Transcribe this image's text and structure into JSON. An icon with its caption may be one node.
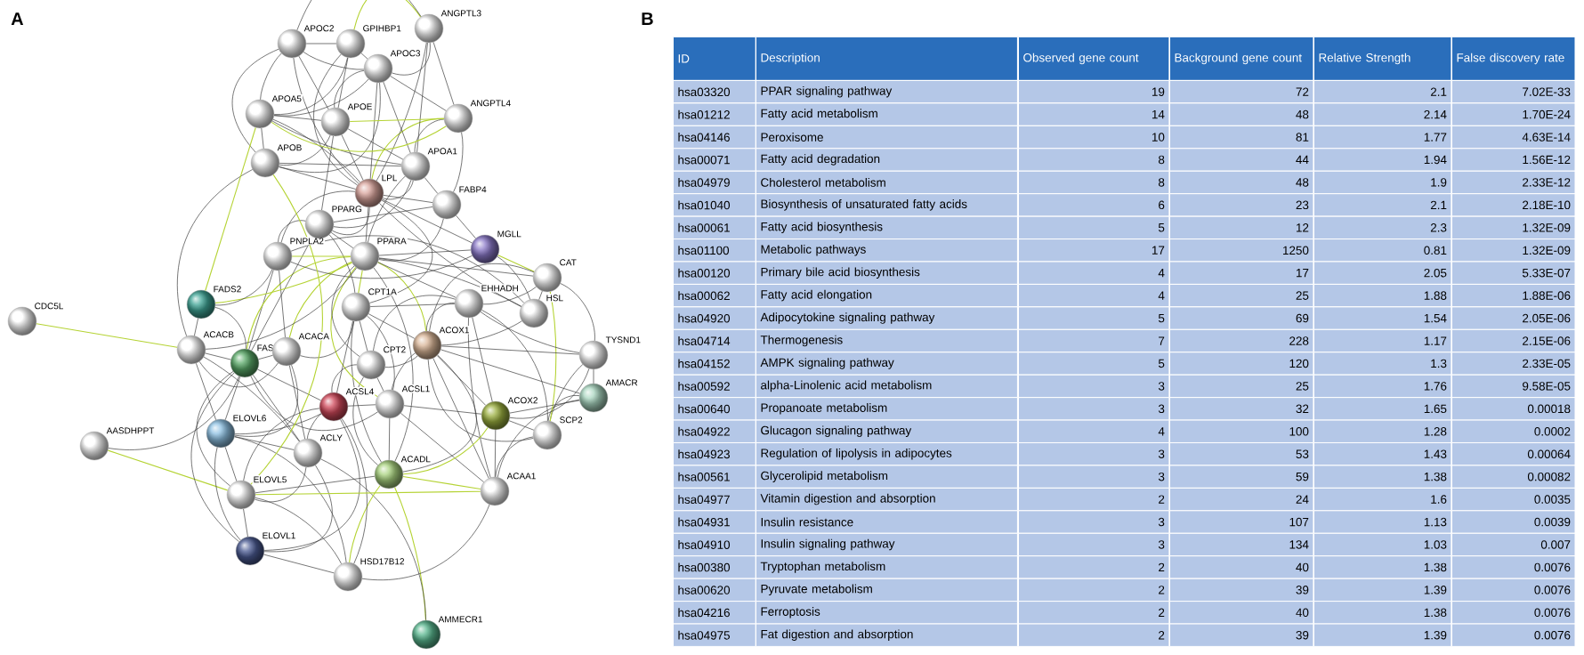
{
  "diagram": {
    "nodes": [
      {
        "text": [
          "APOC2"
        ]
      },
      {
        "text": [
          "GPIHBP1"
        ]
      },
      {
        "text": [
          "ANGPTL3"
        ]
      },
      {
        "text": [
          "APOC3"
        ]
      },
      {
        "text": [
          "APOA5"
        ]
      },
      {
        "text": [
          "APOE"
        ]
      },
      {
        "text": [
          "ANGPTL4"
        ]
      },
      {
        "text": [
          "APOB"
        ]
      },
      {
        "text": [
          "APOA1"
        ]
      },
      {
        "text": [
          "LPL"
        ]
      },
      {
        "text": [
          "FABP4"
        ]
      },
      {
        "text": [
          "PPARG"
        ]
      },
      {
        "text": [
          "MGLL"
        ]
      },
      {
        "text": [
          "PNPLA2"
        ]
      },
      {
        "text": [
          "PPARA"
        ]
      },
      {
        "text": [
          "CAT"
        ]
      },
      {
        "text": [
          "CDC5L"
        ]
      },
      {
        "text": [
          "FADS2"
        ]
      },
      {
        "text": [
          "CPT1A"
        ]
      },
      {
        "text": [
          "HSL"
        ]
      },
      {
        "text": [
          "EHHADH"
        ]
      },
      {
        "text": [
          "ACACB"
        ]
      },
      {
        "text": [
          "FAS"
        ]
      },
      {
        "text": [
          "ACACA"
        ]
      },
      {
        "text": [
          "ACOX1"
        ]
      },
      {
        "text": [
          "TYSND1"
        ]
      },
      {
        "text": [
          "CPT2"
        ]
      },
      {
        "text": [
          "ACSL4"
        ]
      },
      {
        "text": [
          "ACSL1"
        ]
      },
      {
        "text": [
          "AMACR"
        ]
      },
      {
        "text": [
          "ELOVL6"
        ]
      },
      {
        "text": [
          "ACOX2"
        ]
      },
      {
        "text": [
          "AASDHPPT"
        ]
      },
      {
        "text": [
          "SCP2"
        ]
      },
      {
        "text": [
          "ACLY"
        ]
      },
      {
        "text": [
          "ACADL"
        ]
      },
      {
        "text": [
          "ELOVL5"
        ]
      },
      {
        "text": [
          "ACAA1"
        ]
      },
      {
        "text": [
          "ELOVL1"
        ]
      },
      {
        "text": [
          "HSD17B12"
        ]
      },
      {
        "text": [
          "AMMECR1"
        ]
      }
    ],
    "edges": [
      {
        "from": 16,
        "to": 21,
        "arrow": "none",
        "color": "#b5d334"
      },
      {
        "from": 32,
        "to": 22,
        "arrow": "none"
      },
      {
        "from": 32,
        "to": 36,
        "arrow": "none",
        "color": "#b5d334"
      },
      {
        "from": 40,
        "to": 35,
        "arrow": "none",
        "color": "#b5d334"
      },
      {
        "from": 40,
        "to": 34,
        "arrow": "none"
      },
      {
        "from": 39,
        "to": 38,
        "arrow": "none"
      },
      {
        "from": 39,
        "to": 30,
        "arrow": "none"
      },
      {
        "from": 39,
        "to": 36,
        "arrow": "none"
      },
      {
        "from": 39,
        "to": 37,
        "arrow": "none"
      },
      {
        "from": 39,
        "to": 35,
        "arrow": "none",
        "color": "#b5d334"
      },
      {
        "from": 39,
        "to": 27,
        "arrow": "none"
      },
      {
        "from": 38,
        "to": 36,
        "arrow": "none"
      },
      {
        "from": 38,
        "to": 30,
        "arrow": "none"
      },
      {
        "from": 38,
        "to": 22,
        "arrow": "none"
      },
      {
        "from": 38,
        "to": 34,
        "arrow": "none"
      },
      {
        "from": 38,
        "to": 27,
        "arrow": "none"
      },
      {
        "from": 36,
        "to": 30,
        "arrow": "none"
      },
      {
        "from": 36,
        "to": 37,
        "arrow": "none",
        "color": "#b5d334"
      },
      {
        "from": 36,
        "to": 35,
        "arrow": "none"
      },
      {
        "from": 36,
        "to": 34,
        "arrow": "none"
      },
      {
        "from": 36,
        "to": 22,
        "arrow": "none"
      },
      {
        "from": 36,
        "to": 27,
        "arrow": "none"
      },
      {
        "from": 30,
        "to": 22,
        "arrow": "none"
      },
      {
        "from": 30,
        "to": 27,
        "arrow": "none"
      },
      {
        "from": 30,
        "to": 23,
        "arrow": "none"
      },
      {
        "from": 30,
        "to": 21,
        "arrow": "none"
      },
      {
        "from": 30,
        "to": 34,
        "arrow": "none"
      },
      {
        "from": 37,
        "to": 31,
        "arrow": "none"
      },
      {
        "from": 37,
        "to": 33,
        "arrow": "none"
      },
      {
        "from": 37,
        "to": 35,
        "arrow": "none",
        "color": "#b5d334"
      },
      {
        "from": 37,
        "to": 28,
        "arrow": "none"
      },
      {
        "from": 37,
        "to": 24,
        "arrow": "none"
      },
      {
        "from": 37,
        "to": 20,
        "arrow": "none"
      },
      {
        "from": 37,
        "to": 29,
        "arrow": "none"
      },
      {
        "from": 33,
        "to": 31,
        "arrow": "none"
      },
      {
        "from": 33,
        "to": 29,
        "arrow": "none"
      },
      {
        "from": 33,
        "to": 25,
        "arrow": "none"
      },
      {
        "from": 33,
        "to": 24,
        "arrow": "none"
      },
      {
        "from": 33,
        "to": 20,
        "arrow": "none"
      },
      {
        "from": 33,
        "to": 15,
        "arrow": "none",
        "color": "#b5d334"
      },
      {
        "from": 31,
        "to": 24,
        "arrow": "none"
      },
      {
        "from": 31,
        "to": 29,
        "arrow": "none"
      },
      {
        "from": 31,
        "to": 25,
        "arrow": "none"
      },
      {
        "from": 31,
        "to": 20,
        "arrow": "none"
      },
      {
        "from": 31,
        "to": 28,
        "arrow": "none"
      },
      {
        "from": 31,
        "to": 35,
        "arrow": "none",
        "color": "#b5d334"
      },
      {
        "from": 29,
        "to": 25,
        "arrow": "none"
      },
      {
        "from": 29,
        "to": 24,
        "arrow": "none"
      },
      {
        "from": 25,
        "to": 15,
        "arrow": "none"
      },
      {
        "from": 25,
        "to": 24,
        "arrow": "none"
      },
      {
        "from": 25,
        "to": 20,
        "arrow": "none"
      },
      {
        "from": 15,
        "to": 12,
        "arrow": "none",
        "color": "#b5d334"
      },
      {
        "from": 15,
        "to": 14,
        "arrow": "none"
      },
      {
        "from": 15,
        "to": 24,
        "arrow": "none"
      },
      {
        "from": 15,
        "to": 20,
        "arrow": "none"
      },
      {
        "from": 15,
        "to": 19,
        "arrow": "none"
      },
      {
        "from": 35,
        "to": 28,
        "arrow": "none"
      },
      {
        "from": 35,
        "to": 26,
        "arrow": "none"
      },
      {
        "from": 35,
        "to": 18,
        "arrow": "none"
      },
      {
        "from": 35,
        "to": 24,
        "arrow": "none"
      },
      {
        "from": 35,
        "to": 14,
        "arrow": "none"
      },
      {
        "from": 28,
        "to": 27,
        "arrow": "none"
      },
      {
        "from": 28,
        "to": 26,
        "arrow": "none"
      },
      {
        "from": 28,
        "to": 18,
        "arrow": "none"
      },
      {
        "from": 28,
        "to": 14,
        "arrow": "none",
        "color": "#b5d334"
      },
      {
        "from": 28,
        "to": 24,
        "arrow": "none"
      },
      {
        "from": 28,
        "to": 22,
        "arrow": "none"
      },
      {
        "from": 27,
        "to": 22,
        "arrow": "none"
      },
      {
        "from": 27,
        "to": 26,
        "arrow": "none"
      },
      {
        "from": 27,
        "to": 18,
        "arrow": "none"
      },
      {
        "from": 27,
        "to": 34,
        "arrow": "none"
      },
      {
        "from": 34,
        "to": 22,
        "arrow": "none"
      },
      {
        "from": 34,
        "to": 23,
        "arrow": "none"
      },
      {
        "from": 34,
        "to": 21,
        "arrow": "none"
      },
      {
        "from": 26,
        "to": 18,
        "arrow": "none"
      },
      {
        "from": 26,
        "to": 24,
        "arrow": "none"
      },
      {
        "from": 26,
        "to": 14,
        "arrow": "none"
      },
      {
        "from": 26,
        "to": 20,
        "arrow": "none"
      },
      {
        "from": 24,
        "to": 20,
        "arrow": "none"
      },
      {
        "from": 24,
        "to": 14,
        "arrow": "none",
        "color": "#b5d334"
      },
      {
        "from": 24,
        "to": 18,
        "arrow": "none"
      },
      {
        "from": 24,
        "to": 19,
        "arrow": "none"
      },
      {
        "from": 22,
        "to": 23,
        "arrow": "none"
      },
      {
        "from": 22,
        "to": 21,
        "arrow": "none"
      },
      {
        "from": 22,
        "to": 17,
        "arrow": "none"
      },
      {
        "from": 22,
        "to": 13,
        "arrow": "none"
      },
      {
        "from": 22,
        "to": 14,
        "arrow": "none",
        "color": "#b5d334"
      },
      {
        "from": 22,
        "to": 11,
        "arrow": "none"
      },
      {
        "from": 23,
        "to": 21,
        "arrow": "none"
      },
      {
        "from": 23,
        "to": 14,
        "arrow": "none",
        "color": "#b5d334"
      },
      {
        "from": 23,
        "to": 13,
        "arrow": "none"
      },
      {
        "from": 23,
        "to": 18,
        "arrow": "none"
      },
      {
        "from": 21,
        "to": 17,
        "arrow": "none"
      },
      {
        "from": 21,
        "to": 14,
        "arrow": "none"
      },
      {
        "from": 21,
        "to": 7,
        "arrow": "none"
      },
      {
        "from": 17,
        "to": 14,
        "arrow": "none",
        "color": "#b5d334"
      },
      {
        "from": 17,
        "to": 13,
        "arrow": "none"
      },
      {
        "from": 19,
        "to": 12,
        "arrow": "none"
      },
      {
        "from": 19,
        "to": 13,
        "arrow": "none"
      },
      {
        "from": 19,
        "to": 14,
        "arrow": "none"
      },
      {
        "from": 19,
        "to": 9,
        "arrow": "none"
      },
      {
        "from": 20,
        "to": 14,
        "arrow": "none"
      },
      {
        "from": 20,
        "to": 18,
        "arrow": "none"
      },
      {
        "from": 18,
        "to": 14,
        "arrow": "none",
        "color": "#b5d334"
      },
      {
        "from": 18,
        "to": 11,
        "arrow": "none"
      },
      {
        "from": 18,
        "to": 9,
        "arrow": "none"
      },
      {
        "from": 13,
        "to": 11,
        "arrow": "none"
      },
      {
        "from": 13,
        "to": 12,
        "arrow": "none"
      },
      {
        "from": 13,
        "to": 9,
        "arrow": "none"
      },
      {
        "from": 13,
        "to": 14,
        "arrow": "none",
        "color": "#b5d334"
      },
      {
        "from": 14,
        "to": 11,
        "arrow": "none"
      },
      {
        "from": 14,
        "to": 9,
        "arrow": "none"
      },
      {
        "from": 14,
        "to": 10,
        "arrow": "none"
      },
      {
        "from": 14,
        "to": 12,
        "arrow": "none"
      },
      {
        "from": 14,
        "to": 8,
        "arrow": "none"
      },
      {
        "from": 12,
        "to": 9,
        "arrow": "none"
      },
      {
        "from": 12,
        "to": 10,
        "arrow": "none"
      },
      {
        "from": 11,
        "to": 9,
        "arrow": "none"
      },
      {
        "from": 11,
        "to": 10,
        "arrow": "none"
      },
      {
        "from": 11,
        "to": 5,
        "arrow": "none"
      },
      {
        "from": 11,
        "to": 8,
        "arrow": "none"
      },
      {
        "from": 10,
        "to": 9,
        "arrow": "none"
      },
      {
        "from": 10,
        "to": 8,
        "arrow": "none"
      },
      {
        "from": 10,
        "to": 6,
        "arrow": "none"
      },
      {
        "from": 9,
        "to": 8,
        "arrow": "none"
      },
      {
        "from": 9,
        "to": 7,
        "arrow": "none"
      },
      {
        "from": 9,
        "to": 5,
        "arrow": "none"
      },
      {
        "from": 9,
        "to": 6,
        "arrow": "none",
        "color": "#b5d334"
      },
      {
        "from": 9,
        "to": 4,
        "arrow": "none"
      },
      {
        "from": 9,
        "to": 3,
        "arrow": "none"
      },
      {
        "from": 9,
        "to": 0,
        "arrow": "none"
      },
      {
        "from": 9,
        "to": 1,
        "arrow": "none"
      },
      {
        "from": 9,
        "to": 2,
        "arrow": "none"
      },
      {
        "from": 8,
        "to": 7,
        "arrow": "none"
      },
      {
        "from": 8,
        "to": 5,
        "arrow": "none"
      },
      {
        "from": 8,
        "to": 6,
        "arrow": "none"
      },
      {
        "from": 8,
        "to": 3,
        "arrow": "none"
      },
      {
        "from": 8,
        "to": 4,
        "arrow": "none"
      },
      {
        "from": 8,
        "to": 2,
        "arrow": "none"
      },
      {
        "from": 7,
        "to": 4,
        "arrow": "none"
      },
      {
        "from": 7,
        "to": 5,
        "arrow": "none"
      },
      {
        "from": 7,
        "to": 3,
        "arrow": "none"
      },
      {
        "from": 7,
        "to": 0,
        "arrow": "none"
      },
      {
        "from": 7,
        "to": 36,
        "arrow": "none",
        "color": "#b5d334"
      },
      {
        "from": 5,
        "to": 4,
        "arrow": "none"
      },
      {
        "from": 5,
        "to": 3,
        "arrow": "none"
      },
      {
        "from": 5,
        "to": 0,
        "arrow": "none"
      },
      {
        "from": 5,
        "to": 1,
        "arrow": "none"
      },
      {
        "from": 5,
        "to": 6,
        "arrow": "none",
        "color": "#b5d334"
      },
      {
        "from": 4,
        "to": 0,
        "arrow": "none"
      },
      {
        "from": 4,
        "to": 3,
        "arrow": "none"
      },
      {
        "from": 4,
        "to": 1,
        "arrow": "none"
      },
      {
        "from": 4,
        "to": 6,
        "arrow": "none",
        "color": "#b5d334"
      },
      {
        "from": 4,
        "to": 17,
        "arrow": "none",
        "color": "#b5d334"
      },
      {
        "from": 3,
        "to": 0,
        "arrow": "none"
      },
      {
        "from": 3,
        "to": 1,
        "arrow": "none"
      },
      {
        "from": 3,
        "to": 2,
        "arrow": "none"
      },
      {
        "from": 3,
        "to": 6,
        "arrow": "none"
      },
      {
        "from": 1,
        "to": 0,
        "arrow": "none"
      },
      {
        "from": 1,
        "to": 2,
        "arrow": "none",
        "color": "#b5d334"
      },
      {
        "from": 0,
        "to": 2,
        "arrow": "none"
      },
      {
        "from": 2,
        "to": 6,
        "arrow": "none"
      }
    ],
    "labels": [
      "A",
      "B",
      "ID",
      "Description",
      "Observed gene count",
      "Background gene count",
      "Relative Strength",
      "False discovery rate",
      "hsa03320",
      "PPAR signaling pathway",
      "19",
      "72",
      "2.1",
      "7.02E-33",
      "hsa01212",
      "Fatty acid metabolism",
      "14",
      "48",
      "2.14",
      "1.70E-24",
      "hsa04146",
      "Peroxisome",
      "10",
      "81",
      "1.77",
      "4.63E-14",
      "hsa00071",
      "Fatty acid degradation",
      "8",
      "44",
      "1.94",
      "1.56E-12",
      "hsa04979",
      "Cholesterol metabolism",
      "8",
      "48",
      "1.9",
      "2.33E-12",
      "hsa01040",
      "Biosynthesis of unsaturated fatty acids",
      "6",
      "23",
      "2.1",
      "2.18E-10",
      "hsa00061",
      "Fatty acid biosynthesis",
      "5",
      "12",
      "2.3",
      "1.32E-09",
      "hsa01100",
      "Metabolic pathways",
      "17",
      "1250",
      "0.81",
      "1.32E-09",
      "hsa00120",
      "Primary bile acid biosynthesis",
      "4",
      "17",
      "2.05",
      "5.33E-07",
      "hsa00062",
      "Fatty acid elongation",
      "4",
      "25",
      "1.88",
      "1.88E-06",
      "hsa04920",
      "Adipocytokine signaling pathway",
      "5",
      "69",
      "1.54",
      "2.05E-06",
      "hsa04714",
      "Thermogenesis",
      "7",
      "228",
      "1.17",
      "2.15E-06",
      "hsa04152",
      "AMPK signaling pathway",
      "5",
      "120",
      "1.3",
      "2.33E-05",
      "hsa00592",
      "alpha-Linolenic acid metabolism",
      "3",
      "25",
      "1.76",
      "9.58E-05",
      "hsa00640",
      "Propanoate metabolism",
      "3",
      "32",
      "1.65",
      "0.00018",
      "hsa04922",
      "Glucagon signaling pathway",
      "4",
      "100",
      "1.28",
      "0.0002",
      "hsa04923",
      "Regulation of lipolysis in adipocytes",
      "3",
      "53",
      "1.43",
      "0.00064",
      "hsa00561",
      "Glycerolipid metabolism",
      "3",
      "59",
      "1.38",
      "0.00082",
      "hsa04977",
      "Vitamin digestion and absorption",
      "2",
      "24",
      "1.6",
      "0.0035",
      "hsa04931",
      "Insulin resistance",
      "3",
      "107",
      "1.13",
      "0.0039",
      "hsa04910",
      "Insulin signaling pathway",
      "3",
      "134",
      "1.03",
      "0.007",
      "hsa00380",
      "Tryptophan metabolism",
      "2",
      "40",
      "1.38",
      "0.0076",
      "hsa00620",
      "Pyruvate metabolism",
      "2",
      "39",
      "1.39",
      "0.0076",
      "hsa04216",
      "Ferroptosis",
      "2",
      "40",
      "1.38",
      "0.0076",
      "hsa04975",
      "Fat digestion and absorption",
      "2",
      "39",
      "1.39",
      "0.0076"
    ]
  }
}
